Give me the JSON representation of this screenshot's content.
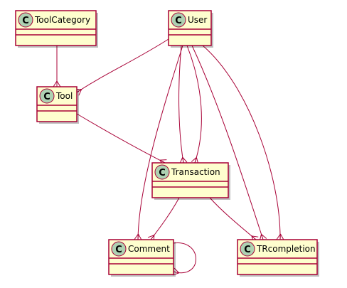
{
  "diagram": {
    "type": "uml-class-diagram",
    "classes": [
      {
        "id": "ToolCategory",
        "name": "ToolCategory",
        "stereotype_letter": "C"
      },
      {
        "id": "User",
        "name": "User",
        "stereotype_letter": "C"
      },
      {
        "id": "Tool",
        "name": "Tool",
        "stereotype_letter": "C"
      },
      {
        "id": "Transaction",
        "name": "Transaction",
        "stereotype_letter": "C"
      },
      {
        "id": "Comment",
        "name": "Comment",
        "stereotype_letter": "C"
      },
      {
        "id": "TRcompletion",
        "name": "TRcompletion",
        "stereotype_letter": "C"
      }
    ],
    "relations": [
      {
        "from": "ToolCategory",
        "to": "Tool",
        "end": "many"
      },
      {
        "from": "User",
        "to": "Tool",
        "end": "many"
      },
      {
        "from": "Tool",
        "to": "Transaction",
        "end": "many"
      },
      {
        "from": "User",
        "to": "Transaction",
        "end": "many"
      },
      {
        "from": "User",
        "to": "Transaction",
        "end": "many"
      },
      {
        "from": "User",
        "to": "Comment",
        "end": "many"
      },
      {
        "from": "User",
        "to": "TRcompletion",
        "end": "many"
      },
      {
        "from": "User",
        "to": "TRcompletion",
        "end": "many"
      },
      {
        "from": "Transaction",
        "to": "Comment",
        "end": "many"
      },
      {
        "from": "Transaction",
        "to": "TRcompletion",
        "end": "many"
      },
      {
        "from": "Comment",
        "to": "Comment",
        "end": "many"
      }
    ],
    "colors": {
      "class_fill": "#FEFECE",
      "border": "#A80036",
      "badge_fill": "#ADD1B2"
    }
  }
}
